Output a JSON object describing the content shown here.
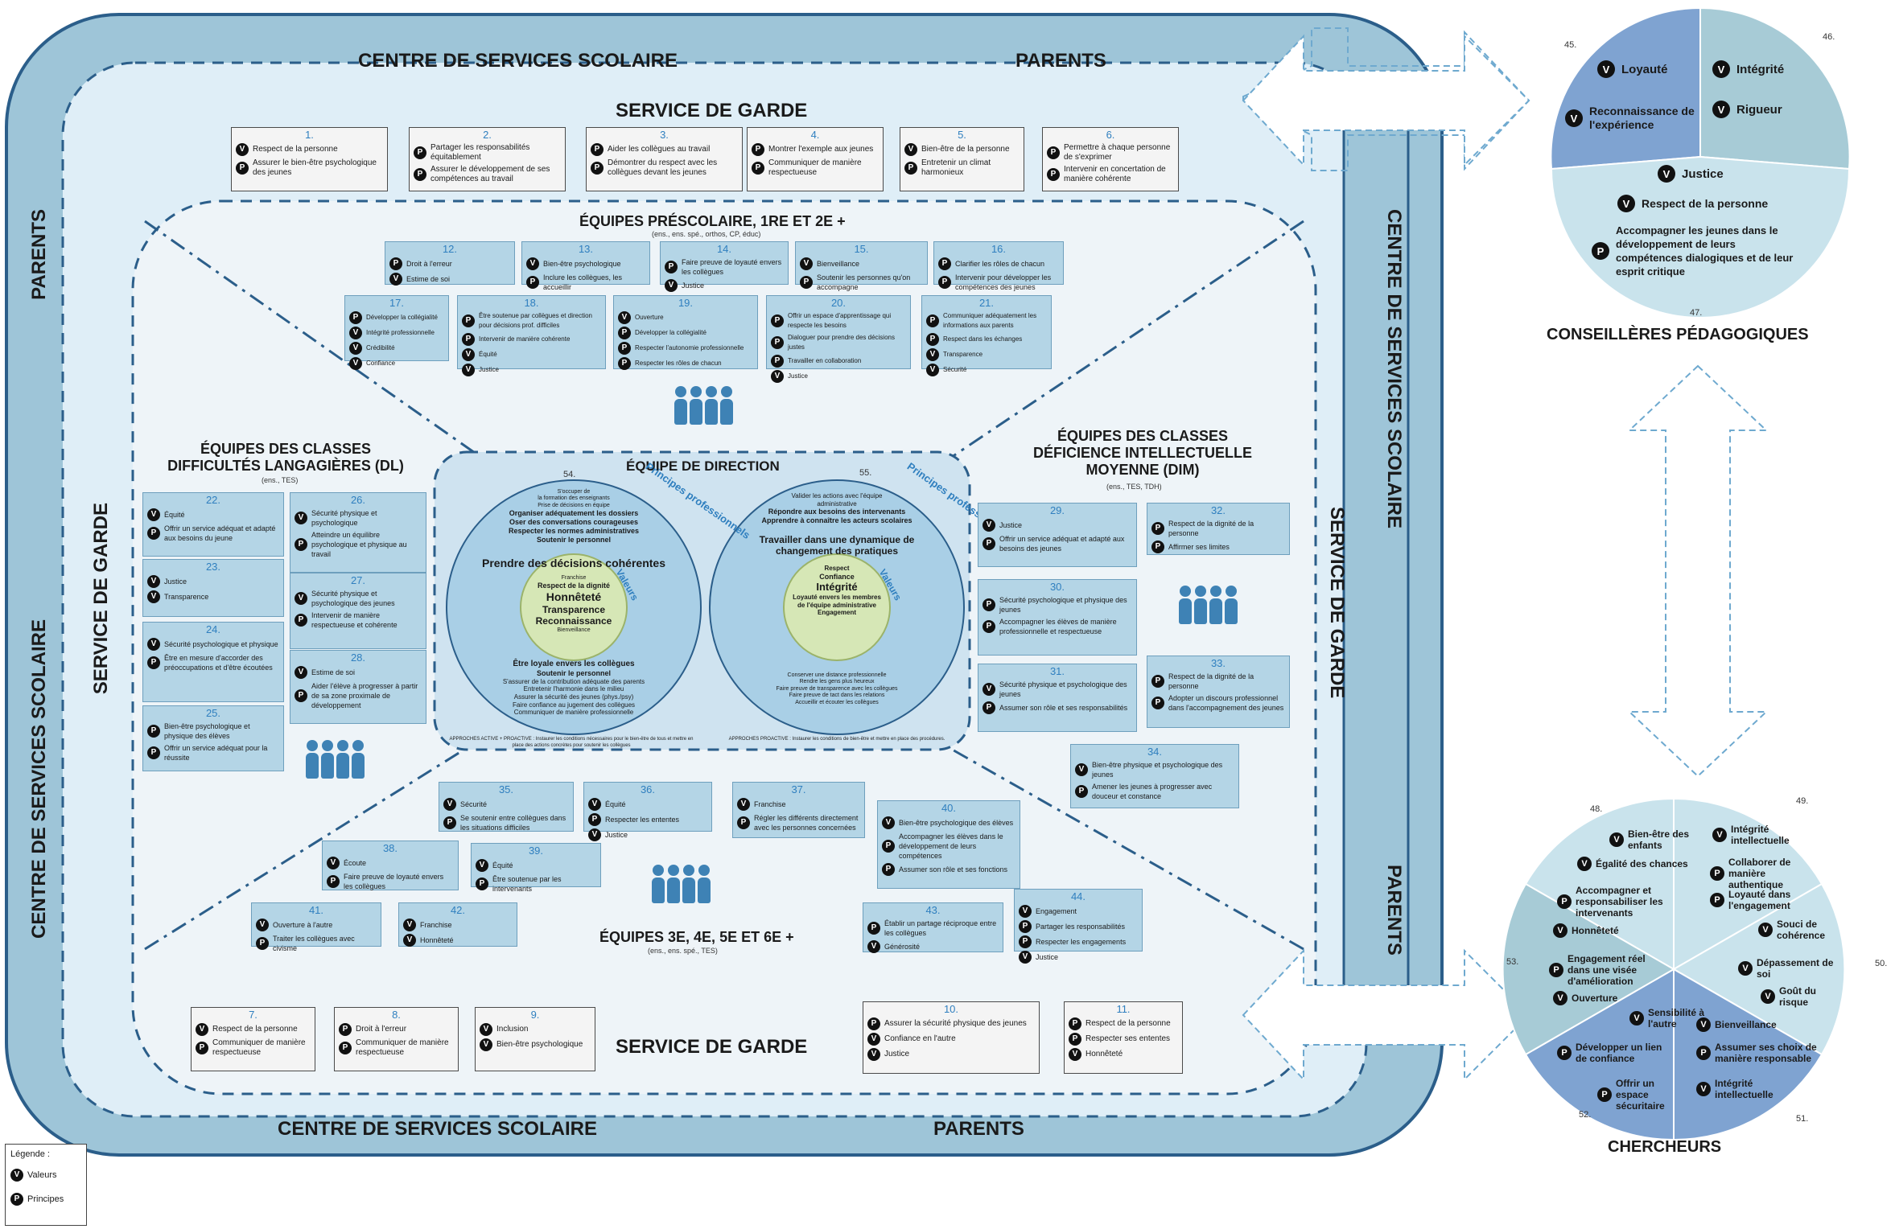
{
  "outer_labels": {
    "top_left": "CENTRE DE SERVICES SCOLAIRE",
    "top_right": "PARENTS",
    "left_top": "PARENTS",
    "left_bottom": "CENTRE DE SERVICES SCOLAIRE",
    "right_top": "CENTRE DE SERVICES SCOLAIRE",
    "right_bottom": "PARENTS",
    "bottom_left": "CENTRE DE SERVICES SCOLAIRE",
    "bottom_right": "PARENTS",
    "garde_top": "SERVICE DE GARDE",
    "garde_bottom": "SERVICE DE GARDE",
    "garde_left": "SERVICE DE GARDE",
    "garde_right": "SERVICE DE GARDE"
  },
  "zones": {
    "prescolaire_title": "ÉQUIPES PRÉSCOLAIRE, 1RE ET 2E +",
    "prescolaire_sub": "(ens., ens. spé., orthos, CP, éduc)",
    "dl_title": "ÉQUIPES DES CLASSES DIFFICULTÉS LANGAGIÈRES (DL)",
    "dl_sub": "(ens., TES)",
    "dim_title": "ÉQUIPES DES CLASSES DÉFICIENCE INTELLECTUELLE MOYENNE (DIM)",
    "dim_sub": "(ens., TES, TDH)",
    "cycle_title": "ÉQUIPES 3E, 4E, 5E ET 6E +",
    "cycle_sub": "(ens., ens. spé., TES)",
    "direction_title": "ÉQUIPE DE DIRECTION"
  },
  "direction": {
    "left_num": "54.",
    "right_num": "55.",
    "principes_label": "Principes professionnels",
    "valeurs_label": "Valeurs",
    "left_top": [
      "S'occuper de",
      "la formation des enseignants",
      "Prise de décisions en équipe",
      "Organiser adéquatement les dossiers",
      "Oser des conversations courageuses",
      "Respecter les normes administratives",
      "Soutenir le personnel"
    ],
    "left_main": "Prendre des décisions cohérentes",
    "left_core": [
      "Franchise",
      "Respect de la dignité",
      "Honnêteté",
      "Transparence",
      "Reconnaissance",
      "Bienveillance"
    ],
    "left_bottom": [
      "Être loyale envers les collègues",
      "Soutenir le personnel",
      "S'assurer de la contribution adéquate des parents",
      "Entretenir l'harmonie dans le milieu",
      "Assurer la sécurité des jeunes (phys./psy)",
      "Faire confiance au jugement des collègues",
      "Communiquer de manière professionnelle"
    ],
    "right_top": [
      "Valider les actions avec l'équipe",
      "administrative",
      "Répondre aux besoins des intervenants",
      "Apprendre à connaître les acteurs scolaires"
    ],
    "right_main": "Travailler dans une dynamique de changement des pratiques",
    "right_core": [
      "Respect",
      "Confiance",
      "Intégrité",
      "Loyauté envers les membres de l'équipe administrative",
      "Engagement"
    ],
    "right_bottom": [
      "Conserver une distance professionnelle",
      "Rendre les gens plus heureux",
      "Faire preuve de transparence avec les collègues",
      "Faire preuve de tact dans les relations",
      "Accueillir et écouter les collègues"
    ],
    "left_footer": "APPROCHES ACTIVE + PROACTIVE : Instaurer les conditions nécessaires pour le bien-être de tous et mettre en place des actions concrètes pour soutenir les collègues",
    "right_footer": "APPROCHES PROACTIVE : Instaurer les conditions de bien-être et mettre en place des procédures."
  },
  "garde_top_cards": [
    {
      "num": "1.",
      "items": [
        [
          "V",
          "Respect de la personne"
        ],
        [
          "P",
          "Assurer le bien-être psychologique des jeunes"
        ]
      ]
    },
    {
      "num": "2.",
      "items": [
        [
          "P",
          "Partager les responsabilités équitablement"
        ],
        [
          "P",
          "Assurer le développement de ses compétences au travail"
        ]
      ]
    },
    {
      "num": "3.",
      "items": [
        [
          "P",
          "Aider les collègues au travail"
        ],
        [
          "P",
          "Démontrer du respect avec les collègues devant les jeunes"
        ]
      ]
    },
    {
      "num": "4.",
      "items": [
        [
          "P",
          "Montrer l'exemple aux jeunes"
        ],
        [
          "P",
          "Communiquer de manière respectueuse"
        ]
      ]
    },
    {
      "num": "5.",
      "items": [
        [
          "V",
          "Bien-être de la personne"
        ],
        [
          "P",
          "Entretenir un climat harmonieux"
        ]
      ]
    },
    {
      "num": "6.",
      "items": [
        [
          "P",
          "Permettre à chaque personne de s'exprimer"
        ],
        [
          "P",
          "Intervenir en concertation de manière cohérente"
        ]
      ]
    }
  ],
  "garde_bottom_cards": [
    {
      "num": "7.",
      "items": [
        [
          "V",
          "Respect de la personne"
        ],
        [
          "P",
          "Communiquer de manière respectueuse"
        ]
      ]
    },
    {
      "num": "8.",
      "items": [
        [
          "P",
          "Droit à l'erreur"
        ],
        [
          "P",
          "Communiquer de manière respectueuse"
        ]
      ]
    },
    {
      "num": "9.",
      "items": [
        [
          "V",
          "Inclusion"
        ],
        [
          "V",
          "Bien-être psychologique"
        ]
      ]
    },
    {
      "num": "10.",
      "items": [
        [
          "P",
          "Assurer la sécurité physique des jeunes"
        ],
        [
          "V",
          "Confiance en l'autre"
        ],
        [
          "V",
          "Justice"
        ]
      ]
    },
    {
      "num": "11.",
      "items": [
        [
          "P",
          "Respect de la personne"
        ],
        [
          "P",
          "Respecter ses ententes"
        ],
        [
          "V",
          "Honnêteté"
        ]
      ]
    }
  ],
  "presco_row1": [
    {
      "num": "12.",
      "items": [
        [
          "P",
          "Droit à l'erreur"
        ],
        [
          "V",
          "Estime de soi"
        ]
      ]
    },
    {
      "num": "13.",
      "items": [
        [
          "V",
          "Bien-être psychologique"
        ],
        [
          "P",
          "Inclure les collègues, les accueillir"
        ]
      ]
    },
    {
      "num": "14.",
      "items": [
        [
          "P",
          "Faire preuve de loyauté envers les collègues"
        ],
        [
          "V",
          "Justice"
        ]
      ]
    },
    {
      "num": "15.",
      "items": [
        [
          "V",
          "Bienveillance"
        ],
        [
          "P",
          "Soutenir les personnes qu'on accompagne"
        ]
      ]
    },
    {
      "num": "16.",
      "items": [
        [
          "P",
          "Clarifier les rôles de chacun"
        ],
        [
          "P",
          "Intervenir pour développer les compétences des jeunes"
        ]
      ]
    }
  ],
  "presco_row2": [
    {
      "num": "17.",
      "items": [
        [
          "P",
          "Développer la collégialité"
        ],
        [
          "V",
          "Intégrité professionnelle"
        ],
        [
          "V",
          "Crédibilité"
        ],
        [
          "V",
          "Confiance"
        ]
      ]
    },
    {
      "num": "18.",
      "items": [
        [
          "P",
          "Être soutenue par collègues et direction pour décisions prof. difficiles"
        ],
        [
          "P",
          "Intervenir de manière cohérente"
        ],
        [
          "V",
          "Équité"
        ],
        [
          "V",
          "Justice"
        ]
      ]
    },
    {
      "num": "19.",
      "items": [
        [
          "V",
          "Ouverture"
        ],
        [
          "P",
          "Développer la collégialité"
        ],
        [
          "P",
          "Respecter l'autonomie professionnelle"
        ],
        [
          "P",
          "Respecter les rôles de chacun"
        ]
      ]
    },
    {
      "num": "20.",
      "items": [
        [
          "P",
          "Offrir un espace d'apprentissage qui respecte les besoins"
        ],
        [
          "P",
          "Dialoguer pour prendre des décisions justes"
        ],
        [
          "P",
          "Travailler en collaboration"
        ],
        [
          "V",
          "Justice"
        ]
      ]
    },
    {
      "num": "21.",
      "items": [
        [
          "P",
          "Communiquer adéquatement les informations aux parents"
        ],
        [
          "P",
          "Respect dans les échanges"
        ],
        [
          "V",
          "Transparence"
        ],
        [
          "V",
          "Sécurité"
        ]
      ]
    }
  ],
  "dl_cards": [
    {
      "num": "22.",
      "items": [
        [
          "V",
          "Équité"
        ],
        [
          "P",
          "Offrir un service adéquat et adapté aux besoins du jeune"
        ]
      ]
    },
    {
      "num": "23.",
      "items": [
        [
          "V",
          "Justice"
        ],
        [
          "V",
          "Transparence"
        ]
      ]
    },
    {
      "num": "24.",
      "items": [
        [
          "V",
          "Sécurité psychologique et physique"
        ],
        [
          "P",
          "Être en mesure d'accorder des préoccupations et d'être écoutées"
        ]
      ]
    },
    {
      "num": "25.",
      "items": [
        [
          "P",
          "Bien-être psychologique et physique des élèves"
        ],
        [
          "P",
          "Offrir un service adéquat pour la réussite"
        ]
      ]
    },
    {
      "num": "26.",
      "items": [
        [
          "V",
          "Sécurité physique et psychologique"
        ],
        [
          "P",
          "Atteindre un équilibre psychologique et physique au travail"
        ]
      ]
    },
    {
      "num": "27.",
      "items": [
        [
          "V",
          "Sécurité physique et psychologique des jeunes"
        ],
        [
          "P",
          "Intervenir de manière respectueuse et cohérente"
        ]
      ]
    },
    {
      "num": "28.",
      "items": [
        [
          "V",
          "Estime de soi"
        ],
        [
          "P",
          "Aider l'élève à progresser à partir de sa zone proximale de développement"
        ]
      ]
    }
  ],
  "dim_cards": [
    {
      "num": "29.",
      "items": [
        [
          "V",
          "Justice"
        ],
        [
          "P",
          "Offrir un service adéquat et adapté aux besoins des jeunes"
        ]
      ]
    },
    {
      "num": "30.",
      "items": [
        [
          "P",
          "Sécurité psychologique et physique des jeunes"
        ],
        [
          "P",
          "Accompagner les élèves de manière professionnelle et respectueuse"
        ]
      ]
    },
    {
      "num": "31.",
      "items": [
        [
          "V",
          "Sécurité physique et psychologique des jeunes"
        ],
        [
          "P",
          "Assumer son rôle et ses responsabilités"
        ]
      ]
    },
    {
      "num": "32.",
      "items": [
        [
          "P",
          "Respect de la dignité de la personne"
        ],
        [
          "P",
          "Affirmer ses limites"
        ]
      ]
    },
    {
      "num": "33.",
      "items": [
        [
          "P",
          "Respect de la dignité de la personne"
        ],
        [
          "P",
          "Adopter un discours professionnel dans l'accompagnement des jeunes"
        ]
      ]
    },
    {
      "num": "34.",
      "items": [
        [
          "V",
          "Bien-être physique et psychologique des jeunes"
        ],
        [
          "P",
          "Amener les jeunes à progresser avec douceur et constance"
        ]
      ]
    }
  ],
  "cycle_cards": [
    {
      "num": "35.",
      "items": [
        [
          "V",
          "Sécurité"
        ],
        [
          "P",
          "Se soutenir entre collègues dans les situations difficiles"
        ]
      ]
    },
    {
      "num": "36.",
      "items": [
        [
          "V",
          "Équité"
        ],
        [
          "P",
          "Respecter les ententes"
        ],
        [
          "V",
          "Justice"
        ]
      ]
    },
    {
      "num": "37.",
      "items": [
        [
          "V",
          "Franchise"
        ],
        [
          "P",
          "Régler les différents directement avec les personnes concernées"
        ]
      ]
    },
    {
      "num": "38.",
      "items": [
        [
          "V",
          "Écoute"
        ],
        [
          "P",
          "Faire preuve de loyauté envers les collègues"
        ]
      ]
    },
    {
      "num": "39.",
      "items": [
        [
          "V",
          "Équité"
        ],
        [
          "P",
          "Être soutenue par les intervenants"
        ]
      ]
    },
    {
      "num": "40.",
      "items": [
        [
          "V",
          "Bien-être psychologique des élèves"
        ],
        [
          "P",
          "Accompagner les élèves dans le développement de leurs compétences"
        ],
        [
          "P",
          "Assumer son rôle et ses fonctions"
        ]
      ]
    },
    {
      "num": "41.",
      "items": [
        [
          "V",
          "Ouverture à l'autre"
        ],
        [
          "P",
          "Traiter les collègues avec civisme"
        ]
      ]
    },
    {
      "num": "42.",
      "items": [
        [
          "V",
          "Franchise"
        ],
        [
          "V",
          "Honnêteté"
        ]
      ]
    },
    {
      "num": "43.",
      "items": [
        [
          "P",
          "Établir un partage réciproque entre les collègues"
        ],
        [
          "V",
          "Générosité"
        ]
      ]
    },
    {
      "num": "44.",
      "items": [
        [
          "V",
          "Engagement"
        ],
        [
          "P",
          "Partager les responsabilités"
        ],
        [
          "P",
          "Respecter les engagements"
        ],
        [
          "V",
          "Justice"
        ]
      ]
    }
  ],
  "conseilleres": {
    "title": "CONSEILLÈRES PÉDAGOGIQUES",
    "num_45": "45.",
    "num_46": "46.",
    "num_47": "47.",
    "items_45": [
      [
        "V",
        "Loyauté"
      ],
      [
        "V",
        "Reconnaissance de l'expérience"
      ]
    ],
    "items_46": [
      [
        "V",
        "Intégrité"
      ],
      [
        "V",
        "Rigueur"
      ]
    ],
    "items_47": [
      [
        "V",
        "Justice"
      ],
      [
        "V",
        "Respect de la personne"
      ],
      [
        "P",
        "Accompagner les jeunes dans le développement de leurs compétences dialogiques et de leur esprit critique"
      ]
    ],
    "colors": {
      "c45": "#7fa3d1",
      "c46": "#a7cbd6",
      "c47": "#c9e3ec"
    }
  },
  "chercheurs": {
    "title": "CHERCHEURS",
    "nums": {
      "n48": "48.",
      "n49": "49.",
      "n50": "50.",
      "n51": "51.",
      "n52": "52.",
      "n53": "53."
    },
    "items": [
      [
        "V",
        "Bien-être des enfants"
      ],
      [
        "V",
        "Égalité des chances"
      ],
      [
        "P",
        "Accompagner et responsabiliser les intervenants"
      ],
      [
        "V",
        "Intégrité intellectuelle"
      ],
      [
        "P",
        "Collaborer de manière authentique"
      ],
      [
        "P",
        "Loyauté dans l'engagement"
      ],
      [
        "V",
        "Souci de cohérence"
      ],
      [
        "V",
        "Dépassement de soi"
      ],
      [
        "V",
        "Goût du risque"
      ],
      [
        "V",
        "Honnêteté"
      ],
      [
        "P",
        "Engagement réel dans une visée d'amélioration"
      ],
      [
        "V",
        "Ouverture"
      ],
      [
        "V",
        "Sensibilité à l'autre"
      ],
      [
        "P",
        "Développer un lien de confiance"
      ],
      [
        "P",
        "Offrir un espace sécuritaire"
      ],
      [
        "V",
        "Bienveillance"
      ],
      [
        "P",
        "Assumer ses choix de manière responsable"
      ],
      [
        "V",
        "Intégrité intellectuelle"
      ]
    ]
  },
  "legend": {
    "title": "Légende :",
    "v": "Valeurs",
    "p": "Principes"
  },
  "colors": {
    "outer": "#9ec5d8",
    "inner": "#dfeef7",
    "card_blue": "#b4d5e6",
    "dash": "#2b5e8a",
    "person": "#3e82b5"
  }
}
